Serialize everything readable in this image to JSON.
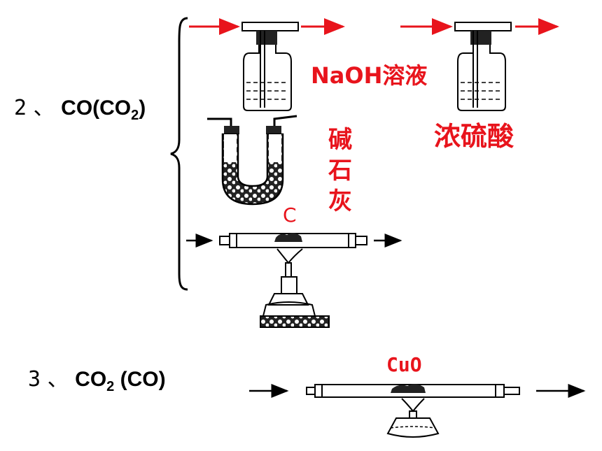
{
  "item2": {
    "number": "2",
    "separator": "、",
    "formula_main": "CO(CO",
    "formula_sub": "2",
    "formula_close": ")"
  },
  "reagents2": {
    "naoh_solution": "NaOH溶液",
    "conc_sulfuric_acid": "浓硫酸",
    "soda_lime": [
      "碱",
      "石",
      "灰"
    ],
    "carbon": "C"
  },
  "item3": {
    "number": "3",
    "separator": "、",
    "formula_co2": "CO",
    "formula_sub": "2",
    "formula_rest": " (CO)",
    "reagent": "CuO"
  },
  "colors": {
    "accent_red": "#e8141c",
    "text": "#000000"
  }
}
